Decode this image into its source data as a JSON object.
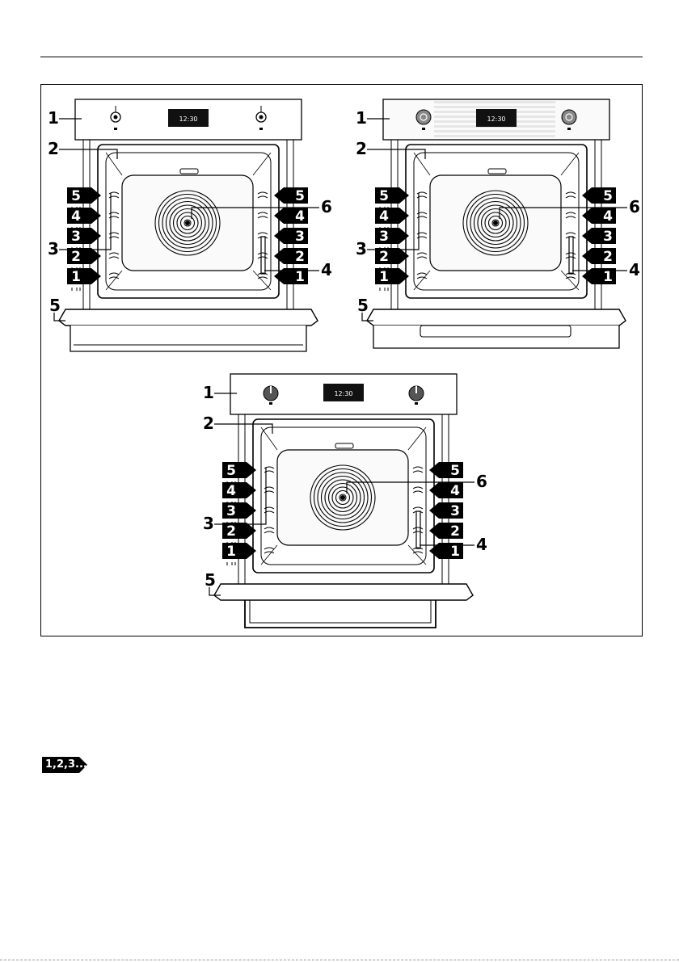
{
  "ovens": [
    {
      "id": "top-left",
      "panel_style": "knobs",
      "display": "12:30",
      "shelf_levels": [
        "5",
        "4",
        "3",
        "2",
        "1"
      ],
      "callouts": [
        "1",
        "2",
        "3",
        "4",
        "5",
        "6"
      ]
    },
    {
      "id": "top-right",
      "panel_style": "touch",
      "display": "12:30",
      "shelf_levels": [
        "5",
        "4",
        "3",
        "2",
        "1"
      ],
      "callouts": [
        "1",
        "2",
        "3",
        "4",
        "5",
        "6"
      ]
    },
    {
      "id": "bottom-center",
      "panel_style": "knobs",
      "display": "12:30",
      "shelf_levels": [
        "5",
        "4",
        "3",
        "2",
        "1"
      ],
      "callouts": [
        "1",
        "2",
        "3",
        "4",
        "5",
        "6"
      ]
    }
  ],
  "legend_tag": "1,2,3...",
  "colors": {
    "line": "#000000",
    "tag": "#000000",
    "tag_text": "#ffffff",
    "panel": "#e6e6e6",
    "display": "#111111"
  }
}
